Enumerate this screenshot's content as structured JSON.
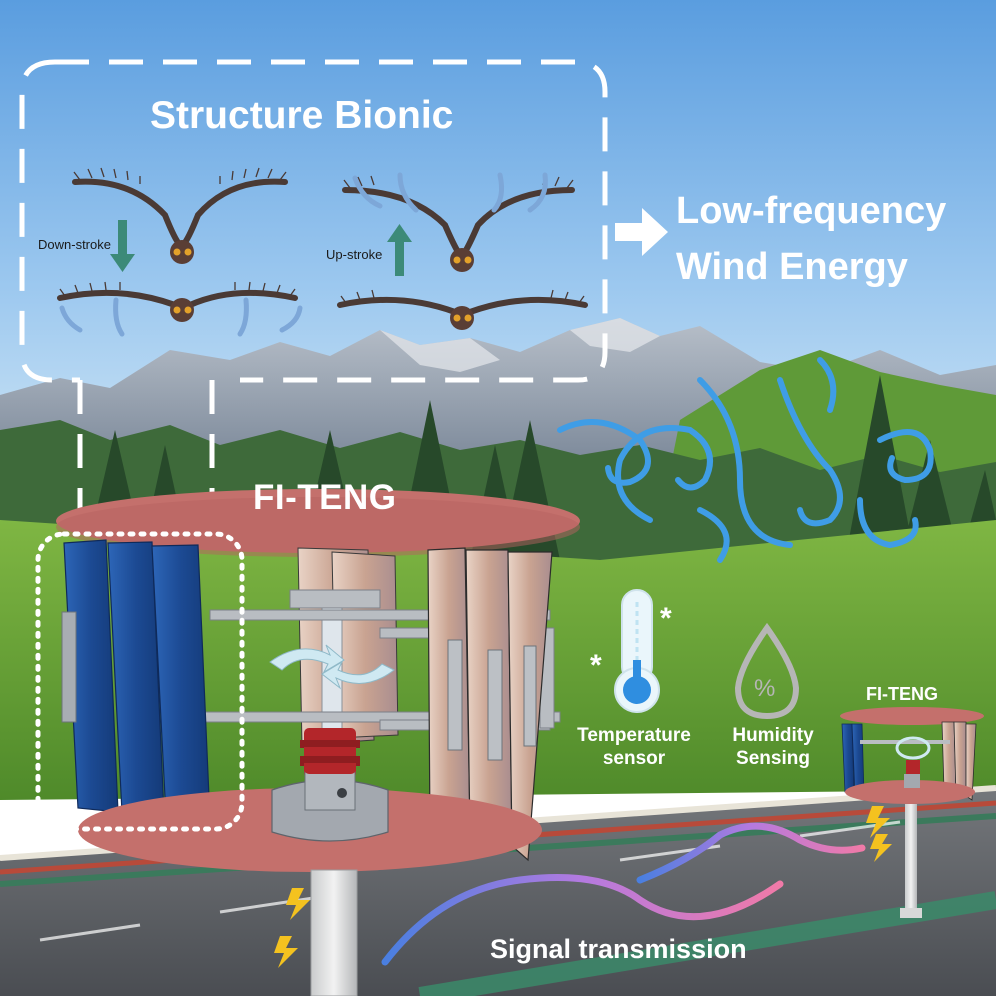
{
  "labels": {
    "structure_bionic": "Structure Bionic",
    "low_frequency": "Low-frequency",
    "wind_energy": "Wind Energy",
    "down_stroke": "Down-stroke",
    "up_stroke": "Up-stroke",
    "fi_teng_main": "FI-TENG",
    "fi_teng_small": "FI-TENG",
    "temperature": "Temperature",
    "sensor": "sensor",
    "humidity": "Humidity",
    "sensing": "Sensing",
    "signal_transmission": "Signal transmission",
    "percent_symbol": "%"
  },
  "colors": {
    "sky_top": "#5b9fe0",
    "sky_bottom": "#d4e8f6",
    "grass": "#6fa83a",
    "road": "#5a5e63",
    "disc": "#c4706c",
    "blade_blue": "#1f4f9c",
    "blade_copper": "#d8b8a8",
    "wind_swirl": "#3f9de6",
    "signal_start": "#4a7fe0",
    "signal_end": "#f07aa8",
    "spark": "#f4c21f"
  },
  "icons": [
    "wind-swirl-icon",
    "thermometer-icon",
    "humidity-drop-icon",
    "lightning-icon",
    "rotation-arrow-icon",
    "arrow-right-icon"
  ]
}
